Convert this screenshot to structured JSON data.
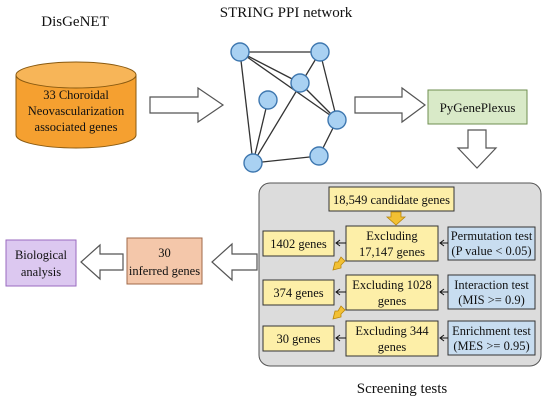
{
  "colors": {
    "db_fill": "#f5a030",
    "db_top": "#f7b558",
    "db_stroke": "#8a5a10",
    "node_fill": "#a9d1f2",
    "node_stroke": "#3f78b0",
    "pygene_fill": "#d9eac8",
    "pygene_stroke": "#6f8f50",
    "panel_fill": "#dcdcdc",
    "panel_stroke": "#555555",
    "yellow_fill": "#fdefa8",
    "yellow_stroke": "#333333",
    "blue_fill": "#c8ddf0",
    "salmon_fill": "#f4c7aa",
    "salmon_stroke": "#a06848",
    "purple_fill": "#dcc8f0",
    "purple_stroke": "#9a6abf",
    "arrow_gold": "#f2c033",
    "arrow_stroke": "#555555"
  },
  "labels": {
    "disgenet_title": "DisGeNET",
    "string_title": "STRING PPI network",
    "db_lines": [
      "33 Choroidal",
      "Neovascularization",
      "associated genes"
    ],
    "pygeneplexus": "PyGenePlexus",
    "candidate": "18,549 candidate genes",
    "row1_left": "1402 genes",
    "row1_mid": [
      "Excluding",
      "17,147 genes"
    ],
    "row1_right": [
      "Permutation test",
      "(P value < 0.05)"
    ],
    "row2_left": "374 genes",
    "row2_mid": [
      "Excluding 1028",
      "genes"
    ],
    "row2_right": [
      "Interaction test",
      "(MIS >= 0.9)"
    ],
    "row3_left": "30 genes",
    "row3_mid": [
      "Excluding 344",
      "genes"
    ],
    "row3_right": [
      "Enrichment test",
      "(MES >= 0.95)"
    ],
    "inferred": [
      "30",
      "inferred genes"
    ],
    "biological": [
      "Biological",
      "analysis"
    ],
    "screening": "Screening tests"
  }
}
